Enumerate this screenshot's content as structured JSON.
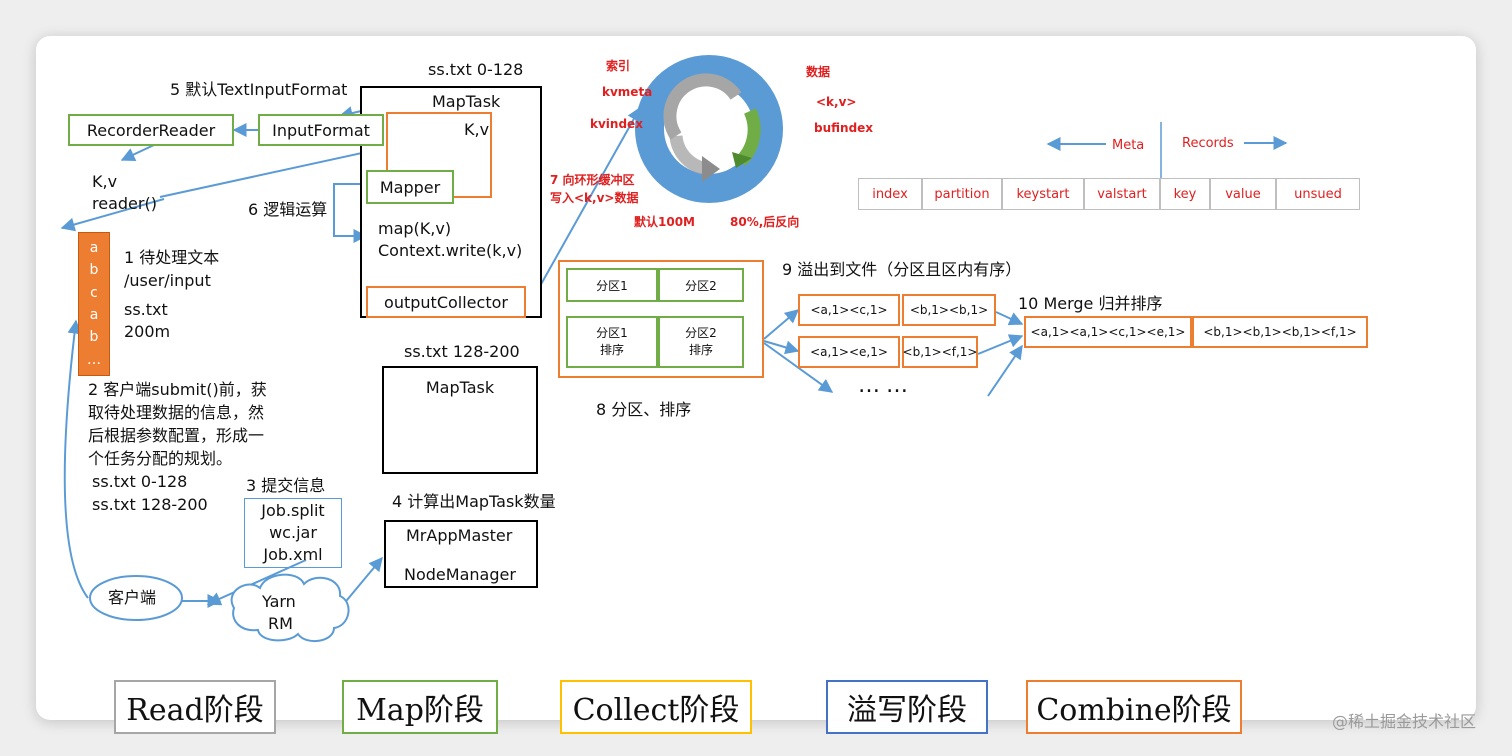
{
  "labels": {
    "maptask1_file": "ss.txt 0-128",
    "maptask1": "MapTask",
    "kv_top": "K,v",
    "mapper": "Mapper",
    "map_code1": "map(K,v)",
    "map_code2": "Context.write(k,v)",
    "output_collector": "outputCollector",
    "default_textinput": "5 默认TextInputFormat",
    "recorder_reader": "RecorderReader",
    "input_format": "InputFormat",
    "kv_left": "K,v",
    "reader_call": "reader()",
    "logic_op": "6 逻辑运算",
    "file_chars": [
      "a",
      "b",
      "c",
      "a",
      "b",
      "…"
    ],
    "step1_line1": "1 待处理文本",
    "step1_line2": "/user/input",
    "step1_line3": "ss.txt",
    "step1_line4": "200m",
    "step2_line1": "2 客户端submit()前，获",
    "step2_line2": "取待处理数据的信息，然",
    "step2_line3": "后根据参数配置，形成一",
    "step2_line4": "个任务分配的规划。",
    "split1": "ss.txt  0-128",
    "split2": "ss.txt  128-200",
    "step3": "3 提交信息",
    "job_split": "Job.split",
    "wc_jar": "wc.jar",
    "job_xml": "Job.xml",
    "client": "客户端",
    "yarn1": "Yarn",
    "yarn2": "RM",
    "maptask2_file": "ss.txt 128-200",
    "maptask2": "MapTask",
    "step4": "4 计算出MapTask数量",
    "mr_app_master": "MrAppMaster",
    "node_manager": "NodeManager",
    "ring_index": "索引",
    "ring_kvmeta": "kvmeta",
    "ring_kvindex": "kvindex",
    "ring_data": "数据",
    "ring_kv": "<k,v>",
    "ring_bufindex": "bufindex",
    "step7_line1": "7 向环形缓冲区",
    "step7_line2": "写入<k,v>数据",
    "default_100m": "默认100M",
    "reverse_80": "80%,后反向",
    "meta": "Meta",
    "records": "Records",
    "meta_cells": [
      "index",
      "partition",
      "keystart",
      "valstart",
      "key",
      "value",
      "unsued"
    ],
    "part1": "分区1",
    "part2": "分区2",
    "part1_sorted_a": "分区1",
    "part1_sorted_b": "排序",
    "part2_sorted_a": "分区2",
    "part2_sorted_b": "排序",
    "step8": "8 分区、排序",
    "step9": "9 溢出到文件（分区且区内有序）",
    "spill1_a": "<a,1><c,1>",
    "spill1_b": "<b,1><b,1>",
    "spill2_a": "<a,1><e,1>",
    "spill2_b": "<b,1><f,1>",
    "ellipsis": "……",
    "step10": "10 Merge 归并排序",
    "merge_a": "<a,1><a,1><c,1><e,1>",
    "merge_b": "<b,1><b,1><b,1><f,1>"
  },
  "stages": {
    "read": "Read阶段",
    "map": "Map阶段",
    "collect": "Collect阶段",
    "spill": "溢写阶段",
    "combine": "Combine阶段"
  },
  "watermark": "@稀土掘金技术社区",
  "colors": {
    "green": "#70ad47",
    "orange": "#ed7d31",
    "blue": "#5b9bd5",
    "gold": "#ffc000",
    "gray": "#a6a6a6",
    "red": "#e02020"
  }
}
